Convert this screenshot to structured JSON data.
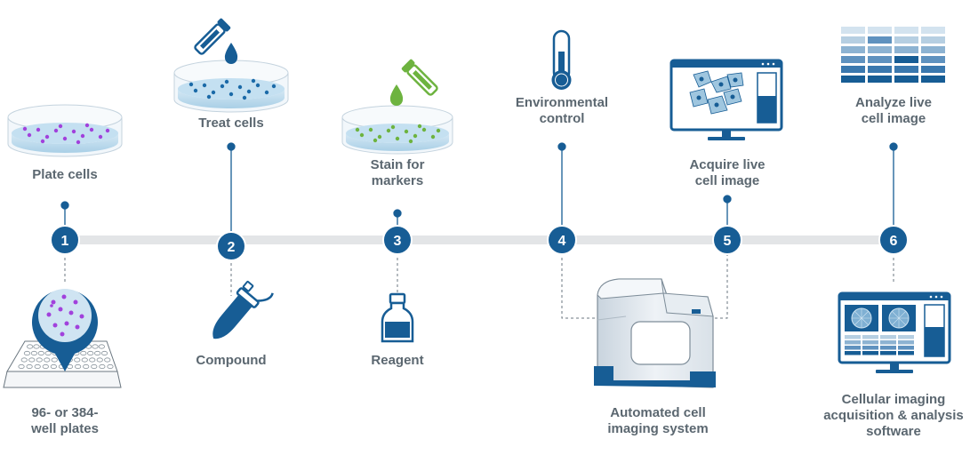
{
  "colors": {
    "primary": "#175d95",
    "timeline": "#e3e5e7",
    "text": "#5b6770",
    "liquid": "#b7d6ea",
    "blue_dot": "#1b6aa8",
    "purple_dot": "#a141dc",
    "green_dot": "#6db33f"
  },
  "steps": [
    {
      "number": "1",
      "top_label": "Plate cells",
      "bottom_label": "96- or 384-\nwell plates",
      "top_icon": "petri-dish-purple-cells-icon",
      "bottom_icon": "well-plate-magnifier-icon"
    },
    {
      "number": "2",
      "top_label": "Treat cells",
      "bottom_label": "Compound",
      "top_icon": "petri-dish-blue-drop-icon",
      "bottom_icon": "compound-tube-icon"
    },
    {
      "number": "3",
      "top_label": "Stain for\nmarkers",
      "bottom_label": "Reagent",
      "top_icon": "petri-dish-green-drop-icon",
      "bottom_icon": "reagent-bottle-icon"
    },
    {
      "number": "4",
      "top_label": "Environmental\ncontrol",
      "bottom_label": "",
      "top_icon": "thermometer-icon",
      "bottom_icon": ""
    },
    {
      "number": "5",
      "top_label": "Acquire live\ncell image",
      "bottom_label": "",
      "top_icon": "monitor-cells-icon",
      "bottom_icon": ""
    },
    {
      "number": "6",
      "top_label": "Analyze live\ncell image",
      "bottom_label": "Cellular imaging\nacquisition & analysis\nsoftware",
      "top_icon": "data-grid-icon",
      "bottom_icon": "software-monitor-icon"
    }
  ],
  "shared": {
    "label": "Automated cell\nimaging system",
    "icon": "imaging-instrument-icon"
  }
}
